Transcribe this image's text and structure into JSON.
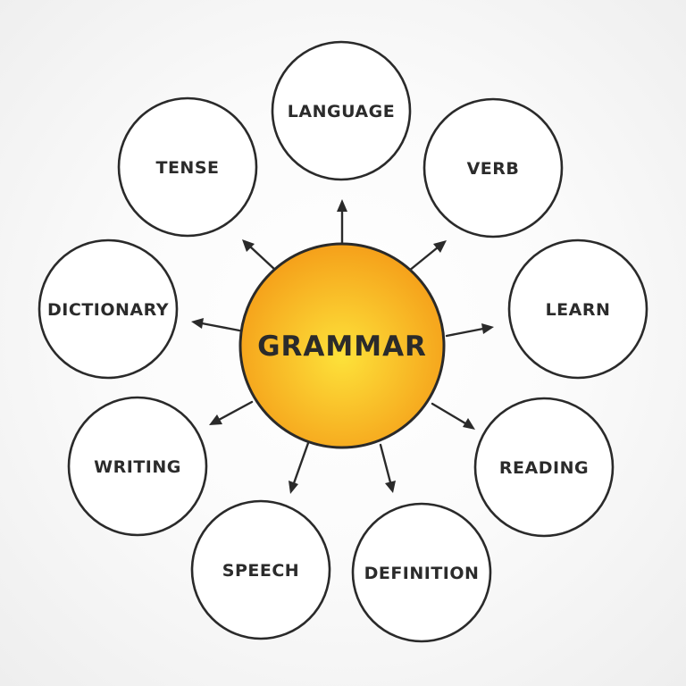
{
  "diagram": {
    "type": "mind-map",
    "center": {
      "label": "GRAMMAR",
      "fill_inner": "#fde23a",
      "fill_outer": "#f5a01a"
    },
    "nodes": [
      {
        "id": "language",
        "label": "LANGUAGE"
      },
      {
        "id": "verb",
        "label": "VERB"
      },
      {
        "id": "learn",
        "label": "LEARN"
      },
      {
        "id": "reading",
        "label": "READING"
      },
      {
        "id": "definition",
        "label": "DEFINITION"
      },
      {
        "id": "speech",
        "label": "SPEECH"
      },
      {
        "id": "writing",
        "label": "WRITING"
      },
      {
        "id": "dictionary",
        "label": "DICTIONARY"
      },
      {
        "id": "tense",
        "label": "TENSE"
      }
    ],
    "edges": [
      {
        "from": "grammar",
        "to": "language"
      },
      {
        "from": "grammar",
        "to": "verb"
      },
      {
        "from": "grammar",
        "to": "learn"
      },
      {
        "from": "grammar",
        "to": "reading"
      },
      {
        "from": "grammar",
        "to": "definition"
      },
      {
        "from": "grammar",
        "to": "speech"
      },
      {
        "from": "grammar",
        "to": "writing"
      },
      {
        "from": "grammar",
        "to": "dictionary"
      },
      {
        "from": "grammar",
        "to": "tense"
      }
    ],
    "colors": {
      "outline": "#2a2a2a",
      "text": "#2b2b2b",
      "node_fill": "#ffffff"
    }
  }
}
